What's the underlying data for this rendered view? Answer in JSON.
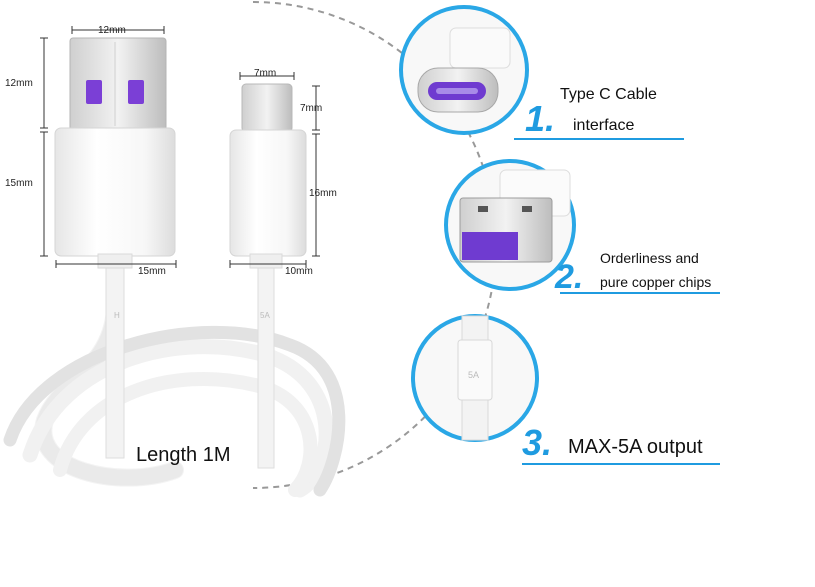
{
  "dimensions": {
    "usb_width": "12mm",
    "usb_plug_height": "12mm",
    "usb_body_height": "15mm",
    "usb_body_width": "15mm",
    "typec_width": "7mm",
    "typec_plug_height": "7mm",
    "typec_body_height": "16mm",
    "typec_body_width": "10mm"
  },
  "cable": {
    "length_label": "Length  1M",
    "usb_stamp": "H",
    "typec_stamp": "5A"
  },
  "features": [
    {
      "number": "1.",
      "line1": "Type C Cable",
      "line2": "interface"
    },
    {
      "number": "2.",
      "line1": "Orderliness and",
      "line2": "pure copper chips"
    },
    {
      "number": "3.",
      "line1": "MAX-5A output"
    }
  ],
  "colors": {
    "accent_blue": "#1f9be0",
    "purple_contact": "#7b3fd6",
    "cable_white": "#f4f4f4"
  }
}
